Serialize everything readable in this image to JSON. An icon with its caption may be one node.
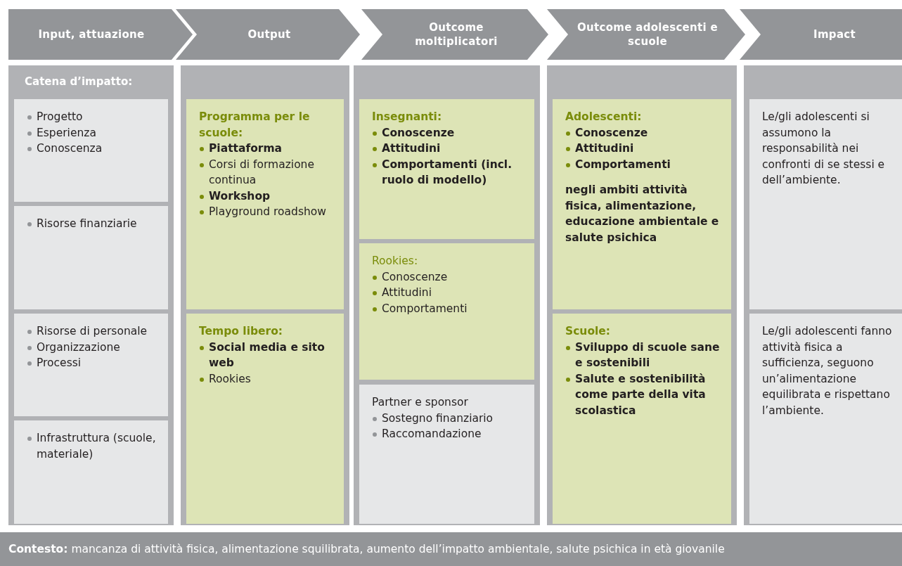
{
  "diagram": {
    "nodes": [
      {
        "text": [
          "Input, attuazione"
        ]
      },
      {
        "text": [
          "Output"
        ]
      },
      {
        "text": [
          "Outcome moltiplicatori"
        ]
      },
      {
        "text": [
          "Outcome adolescenti e scuole"
        ]
      },
      {
        "text": [
          "Impact"
        ]
      },
      {
        "text": [
          "Catena d’impatto:"
        ]
      },
      {
        "text": [
          "Progetto",
          "Esperienza",
          "Conoscenza"
        ],
        "in": 5
      },
      {
        "text": [
          "Risorse finanziarie"
        ],
        "in": 5
      },
      {
        "text": [
          "Risorse di personale",
          "Organizzazione",
          "Processi"
        ],
        "in": 5
      },
      {
        "text": [
          "Infrastruttura (scuole, materiale)"
        ],
        "in": 5
      },
      {
        "text": [],
        "shape": "box"
      },
      {
        "text": [
          "Programma per le scuole:",
          "Piattaforma",
          "Corsi di formazione continua",
          "Workshop",
          "Playground roadshow"
        ],
        "in": 10
      },
      {
        "text": [
          "Tempo libero:",
          "Social media e sito web",
          "Rookies"
        ],
        "in": 10
      },
      {
        "text": [],
        "shape": "box"
      },
      {
        "text": [
          "Insegnanti:",
          "Conoscenze",
          "Attitudini",
          "Comportamenti (incl. ruolo di modello)"
        ],
        "in": 13
      },
      {
        "text": [
          "Rookies:",
          "Conoscenze",
          "Attitudini",
          "Comportamenti"
        ],
        "in": 13
      },
      {
        "text": [
          "Partner e sponsor",
          "Sostegno finanziario",
          "Raccomandazione"
        ],
        "in": 13
      },
      {
        "text": [],
        "shape": "box"
      },
      {
        "text": [
          "Adolescenti:",
          "Conoscenze",
          "Attitudini",
          "Comportamenti",
          "negli ambiti attività fisica, alimentazione, educazione ambientale e salute psichica"
        ],
        "in": 17
      },
      {
        "text": [
          "Scuole:",
          "Sviluppo di scuole sane e sostenibili",
          "Salute e sostenibilità come parte della vita scolastica"
        ],
        "in": 17
      },
      {
        "text": [],
        "shape": "box"
      },
      {
        "text": [
          "Le/gli adolescenti si assumono la responsabilità nei confronti di se stessi e dell’ambiente."
        ],
        "in": 20
      },
      {
        "text": [
          "Le/gli adolescenti fanno attività fisica a sufficienza, seguono un’alimentazione equilibrata e rispettano l’ambiente."
        ],
        "in": 20
      }
    ],
    "labels": [
      "**Contesto:** mancanza di attività fisica, alimentazione squilibrata, aumento dell’impatto ambientale, salute psichica in età giovanile"
    ]
  }
}
